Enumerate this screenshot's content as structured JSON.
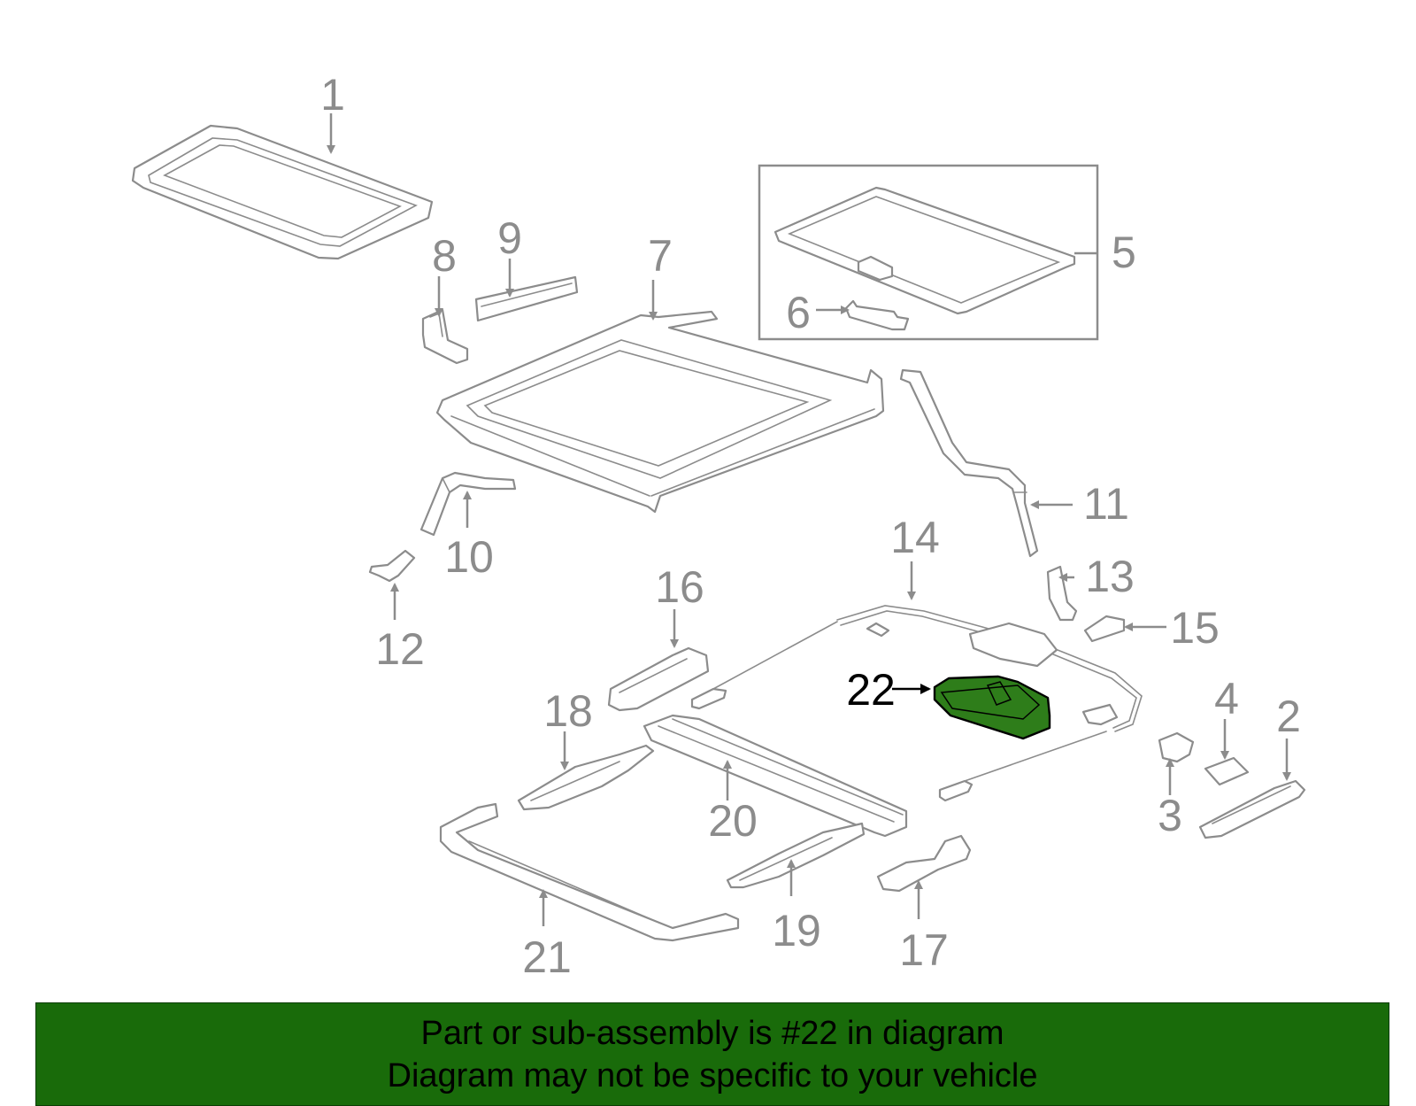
{
  "colors": {
    "banner_background": "#196b0a",
    "highlight_part": "#2e7d1a",
    "line_gray": "#8c8c8c"
  },
  "callouts": {
    "c1": "1",
    "c2": "2",
    "c3": "3",
    "c4": "4",
    "c5": "5",
    "c6": "6",
    "c7": "7",
    "c8": "8",
    "c9": "9",
    "c10": "10",
    "c11": "11",
    "c12": "12",
    "c13": "13",
    "c14": "14",
    "c15": "15",
    "c16": "16",
    "c17": "17",
    "c18": "18",
    "c19": "19",
    "c20": "20",
    "c21": "21",
    "c22": "22"
  },
  "banner": {
    "line1": "Part or sub-assembly is #22 in diagram",
    "line2": "Diagram may not be specific to your vehicle"
  }
}
